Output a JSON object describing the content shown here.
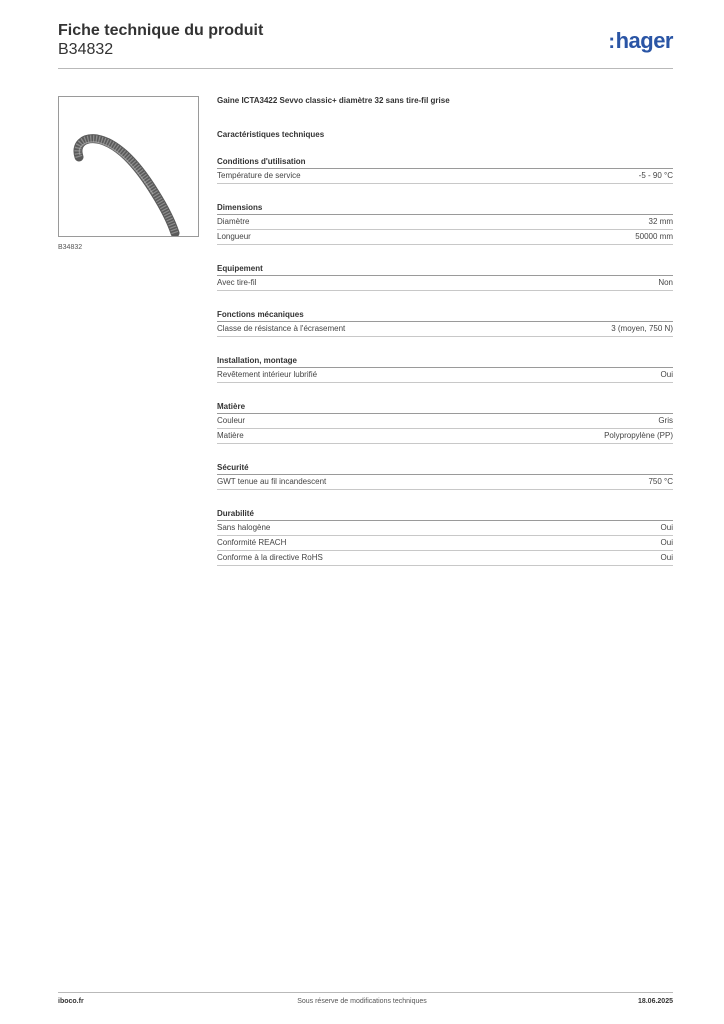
{
  "header": {
    "title": "Fiche technique du produit",
    "reference": "B34832",
    "logo_colon": ":",
    "logo_text": "hager",
    "brand_color": "#2a55a5"
  },
  "product": {
    "image_icon": "corrugated-conduit-image",
    "image_caption": "B34832",
    "name": "Gaine ICTA3422 Sevvo classic+ diamètre 32 sans tire-fil grise",
    "tech_title": "Caractéristiques techniques"
  },
  "sections": [
    {
      "title": "Conditions d'utilisation",
      "rows": [
        {
          "label": "Température de service",
          "value": "-5 - 90 °C"
        }
      ]
    },
    {
      "title": "Dimensions",
      "rows": [
        {
          "label": "Diamètre",
          "value": "32 mm"
        },
        {
          "label": "Longueur",
          "value": "50000 mm"
        }
      ]
    },
    {
      "title": "Equipement",
      "rows": [
        {
          "label": "Avec tire-fil",
          "value": "Non"
        }
      ]
    },
    {
      "title": "Fonctions mécaniques",
      "rows": [
        {
          "label": "Classe de résistance à l'écrasement",
          "value": "3 (moyen, 750 N)"
        }
      ]
    },
    {
      "title": "Installation, montage",
      "rows": [
        {
          "label": "Revêtement intérieur lubrifié",
          "value": "Oui"
        }
      ]
    },
    {
      "title": "Matière",
      "rows": [
        {
          "label": "Couleur",
          "value": "Gris"
        },
        {
          "label": "Matière",
          "value": "Polypropylène (PP)"
        }
      ]
    },
    {
      "title": "Sécurité",
      "rows": [
        {
          "label": "GWT tenue au fil incandescent",
          "value": "750 °C"
        }
      ]
    },
    {
      "title": "Durabilité",
      "rows": [
        {
          "label": "Sans halogène",
          "value": "Oui"
        },
        {
          "label": "Conformité REACH",
          "value": "Oui"
        },
        {
          "label": "Conforme à la directive RoHS",
          "value": "Oui"
        }
      ]
    }
  ],
  "footer": {
    "website": "iboco.fr",
    "notice": "Sous réserve de modifications techniques",
    "date": "18.06.2025"
  }
}
